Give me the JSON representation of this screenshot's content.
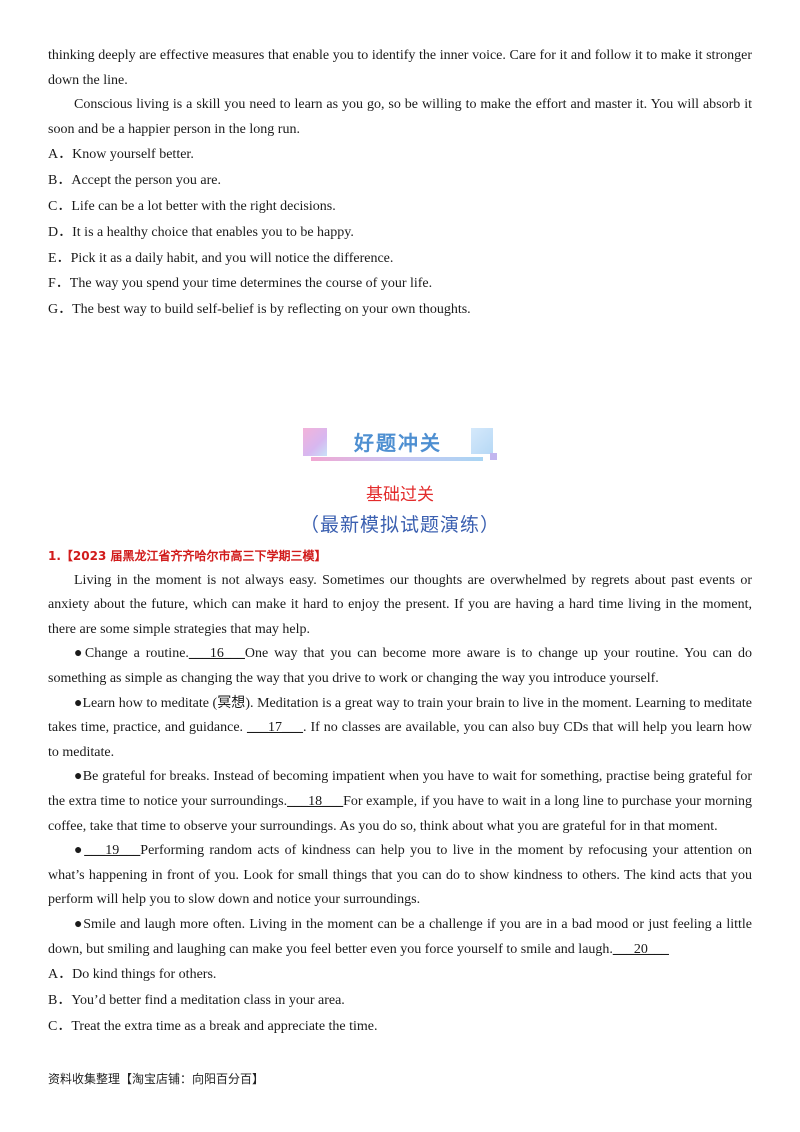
{
  "top": {
    "para1": "thinking deeply are effective measures that enable you to identify the inner voice. Care for it and follow it to make it stronger down the line.",
    "para2": "Conscious living is a skill you need to learn as you go, so be willing to make the effort and master it. You will absorb it soon and be a happier person in the long run.",
    "options": [
      {
        "letter": "A．",
        "text": "Know yourself better."
      },
      {
        "letter": "B．",
        "text": "Accept the person you are."
      },
      {
        "letter": "C．",
        "text": "Life can be a lot better with the right decisions."
      },
      {
        "letter": "D．",
        "text": "It is a healthy choice that enables you to be happy."
      },
      {
        "letter": "E．",
        "text": "Pick it as a daily habit, and you will notice the difference."
      },
      {
        "letter": "F．",
        "text": "The way you spend your time determines the course of your life."
      },
      {
        "letter": "G．",
        "text": "The best way to build self-belief is by reflecting on your own thoughts."
      }
    ]
  },
  "banner": {
    "title": "好题冲关"
  },
  "subtitle1": "基础过关",
  "subtitle2": "（最新模拟试题演练）",
  "question": {
    "header": "1.【2023 届黑龙江省齐齐哈尔市高三下学期三模】",
    "intro": "Living in the moment is not always easy. Sometimes our thoughts are overwhelmed by regrets about past events or anxiety about the future, which can make it hard to enjoy the present. If you are having a hard time living in the moment, there are some simple strategies that may help.",
    "p1_a": "●Change a routine.",
    "blank16": "___16___",
    "p1_b": "One way that you can become more aware is to change up your routine. You can do something as simple as changing the way that you drive to work or changing the way you introduce yourself.",
    "p2_a": "●Learn how to meditate (冥想). Meditation is a great way to train your brain to live in the moment. Learning to meditate takes time, practice, and guidance. ",
    "blank17": "___17___",
    "p2_b": ". If no classes are available, you can also buy CDs that will help you learn how to meditate.",
    "p3_a": "●Be grateful for breaks. Instead of becoming impatient when you have to wait for something, practise being grateful for the extra time to notice your surroundings.",
    "blank18": "___18___",
    "p3_b": "For example, if you have to wait in a long line to purchase your morning coffee, take that time to observe your surroundings. As you do so, think about what you are grateful for in that moment.",
    "p4_a": "●",
    "blank19": "___19___",
    "p4_b": "Performing random acts of kindness can help you to live in the moment by refocusing your attention on what’s happening in front of you. Look for small things that you can do to show kindness to others. The kind acts that you perform will help you to slow down and notice your surroundings.",
    "p5_a": "●Smile and laugh more often. Living in the moment can be a challenge if you are in a bad mood or just feeling a little down, but smiling and laughing can make you feel better even you force yourself to smile and laugh.",
    "blank20": "___20___",
    "options": [
      {
        "letter": "A．",
        "text": "Do kind things for others."
      },
      {
        "letter": "B．",
        "text": "You’d better find a meditation class in your area."
      },
      {
        "letter": "C．",
        "text": "Treat the extra time as a break and appreciate the time."
      }
    ]
  },
  "footer": "资料收集整理【淘宝店铺：向阳百分百】"
}
